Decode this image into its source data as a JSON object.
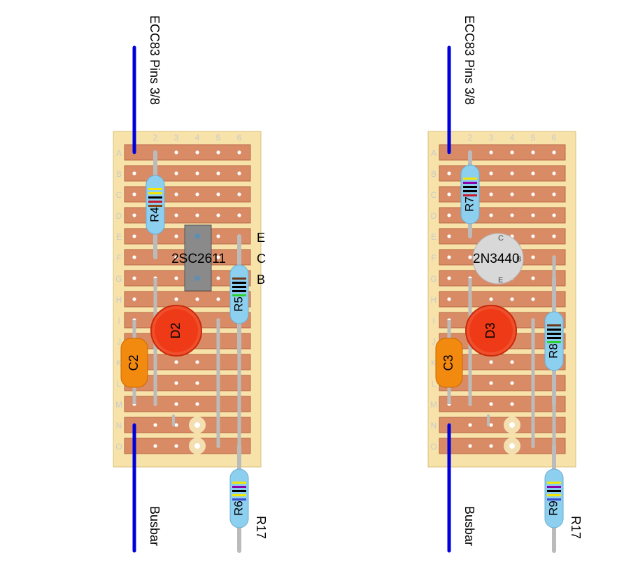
{
  "row_letters": [
    "A",
    "B",
    "C",
    "D",
    "E",
    "F",
    "G",
    "H",
    "I",
    "J",
    "K",
    "L",
    "M",
    "N",
    "O"
  ],
  "col_numbers": [
    "2",
    "3",
    "4",
    "5",
    "6"
  ],
  "colors": {
    "board": "#f7e3aa",
    "strip": "#d98b66",
    "strip_edge": "#b86a48",
    "wire": "#0000dd",
    "link": "#bbbbbb",
    "resistor": "#8ccfef",
    "capacitor": "#f38a10",
    "led": "#ee3a16"
  },
  "boards": [
    {
      "id": "left",
      "top_wire_label": "ECC83 Pins 3/8",
      "bottom_wire_label": "Busbar",
      "resistor_top": "R4",
      "resistor_mid": "R5",
      "resistor_out": "R6",
      "out_label": "R17",
      "capacitor": "C2",
      "led": "D2",
      "transistor": "2SC2611",
      "transistor_style": "to126",
      "pin_e": "E",
      "pin_c": "C",
      "pin_b": "B"
    },
    {
      "id": "right",
      "top_wire_label": "ECC83 Pins 3/8",
      "bottom_wire_label": "Busbar",
      "resistor_top": "R7",
      "resistor_mid": "R8",
      "resistor_out": "R9",
      "out_label": "R17",
      "capacitor": "C3",
      "led": "D3",
      "transistor": "2N3440",
      "transistor_style": "to39",
      "pin_e": "E",
      "pin_c": "C",
      "pin_b": "B"
    }
  ]
}
